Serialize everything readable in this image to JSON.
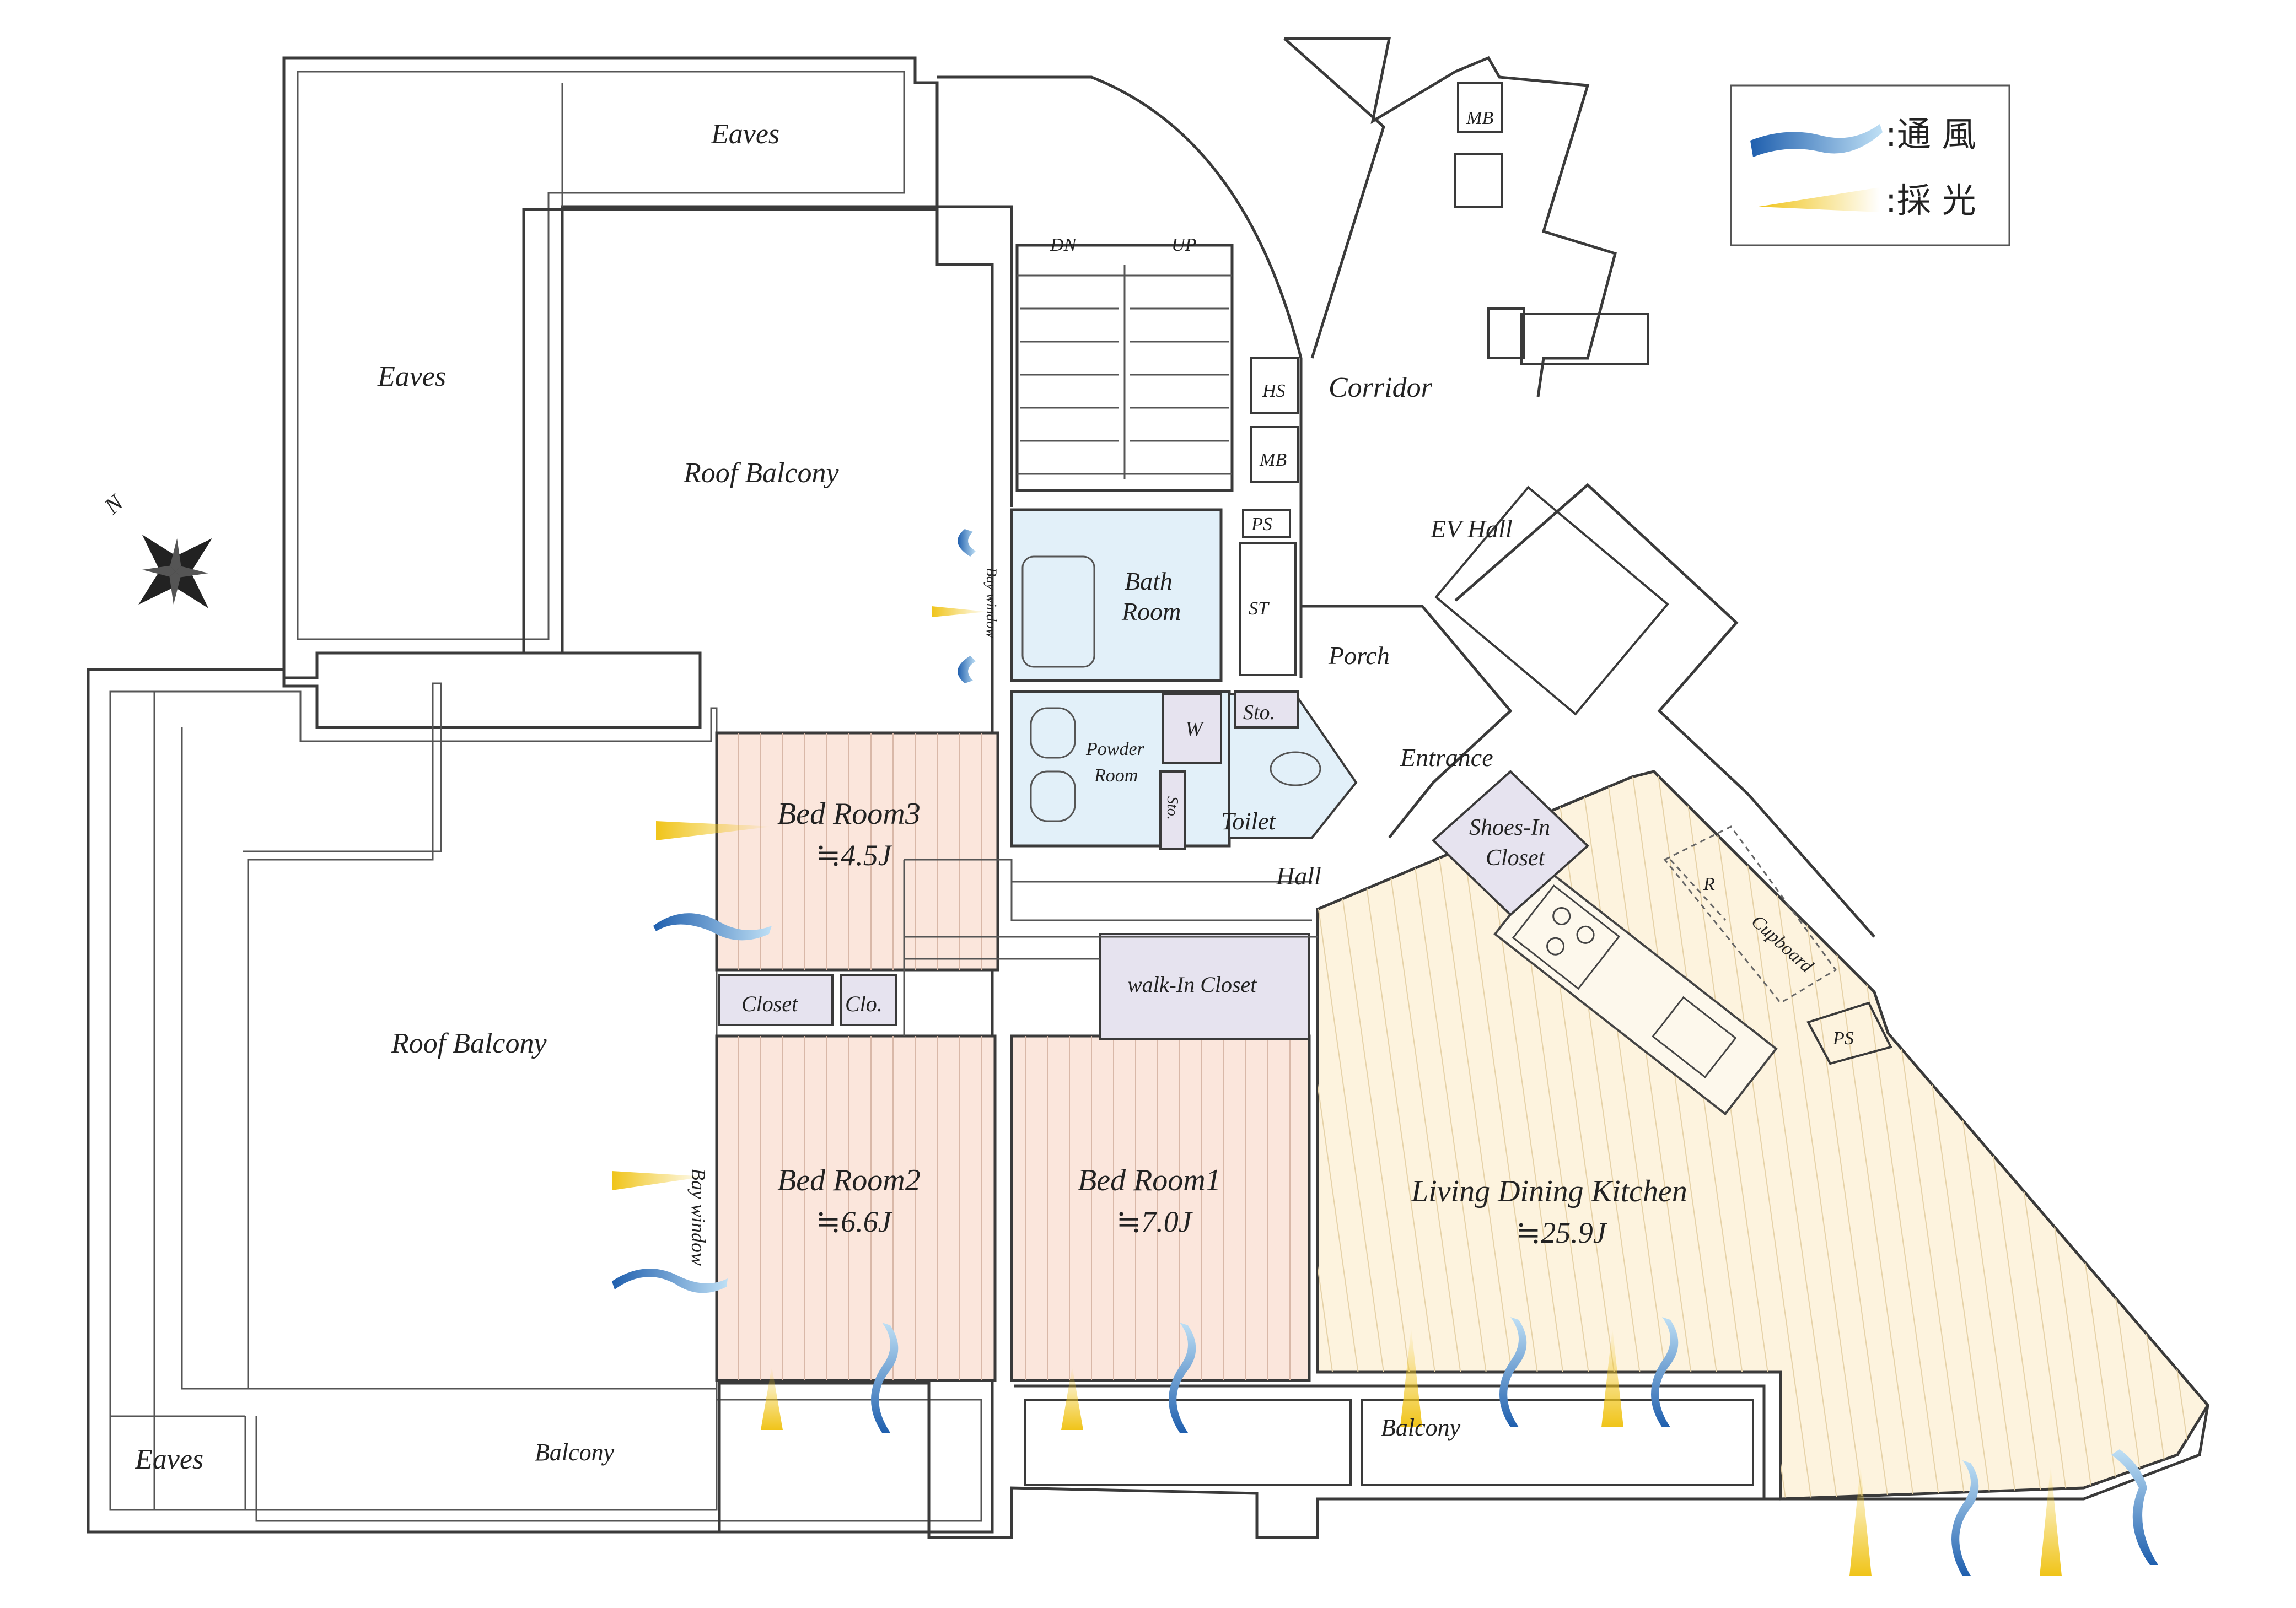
{
  "legend": {
    "ventilation_label": ":通 風",
    "daylight_label": ":採 光",
    "ventilation_icon": "blue-wave-arrow-icon",
    "daylight_icon": "yellow-light-wedge-icon"
  },
  "compass": {
    "north": "N"
  },
  "rooms": {
    "eaves_top": "Eaves",
    "eaves_left": "Eaves",
    "eaves_bottom": "Eaves",
    "roof_balcony_top": "Roof Balcony",
    "roof_balcony_main": "Roof Balcony",
    "balcony_left": "Balcony",
    "balcony_right": "Balcony",
    "corridor": "Corridor",
    "ev_hall": "EV Hall",
    "porch": "Porch",
    "entrance": "Entrance",
    "shoes_in_closet_line1": "Shoes-In",
    "shoes_in_closet_line2": "Closet",
    "bath_room_line1": "Bath",
    "bath_room_line2": "Room",
    "powder_room_line1": "Powder",
    "powder_room_line2": "Room",
    "toilet": "Toilet",
    "hall": "Hall",
    "walk_in_closet": "walk-In Closet",
    "closet": "Closet",
    "clo": "Clo.",
    "sto_top": "Sto.",
    "sto_small": "Sto.",
    "washer": "W",
    "bay_window_upper": "Bay window",
    "bay_window_lower": "Bay window",
    "bedroom3_name": "Bed Room3",
    "bedroom3_size": "≒4.5J",
    "bedroom2_name": "Bed Room2",
    "bedroom2_size": "≒6.6J",
    "bedroom1_name": "Bed Room1",
    "bedroom1_size": "≒7.0J",
    "ldk_name": "Living Dining Kitchen",
    "ldk_size": "≒25.9J",
    "cupboard": "Cupboard",
    "refrigerator": "R",
    "stairs_dn": "DN",
    "stairs_up": "UP",
    "hs": "HS",
    "mb_left": "MB",
    "mb_right": "MB",
    "ps_left": "PS",
    "ps_right": "PS",
    "st": "ST"
  },
  "colors": {
    "bedroom_fill": "#fbe6dc",
    "ldk_fill": "#fdf3de",
    "wet_area_fill": "#e2f0f9",
    "storage_fill": "#e6e3ef",
    "wall": "#3a3a3a",
    "ventilation": "#2a6db5",
    "daylight": "#f0c419"
  }
}
